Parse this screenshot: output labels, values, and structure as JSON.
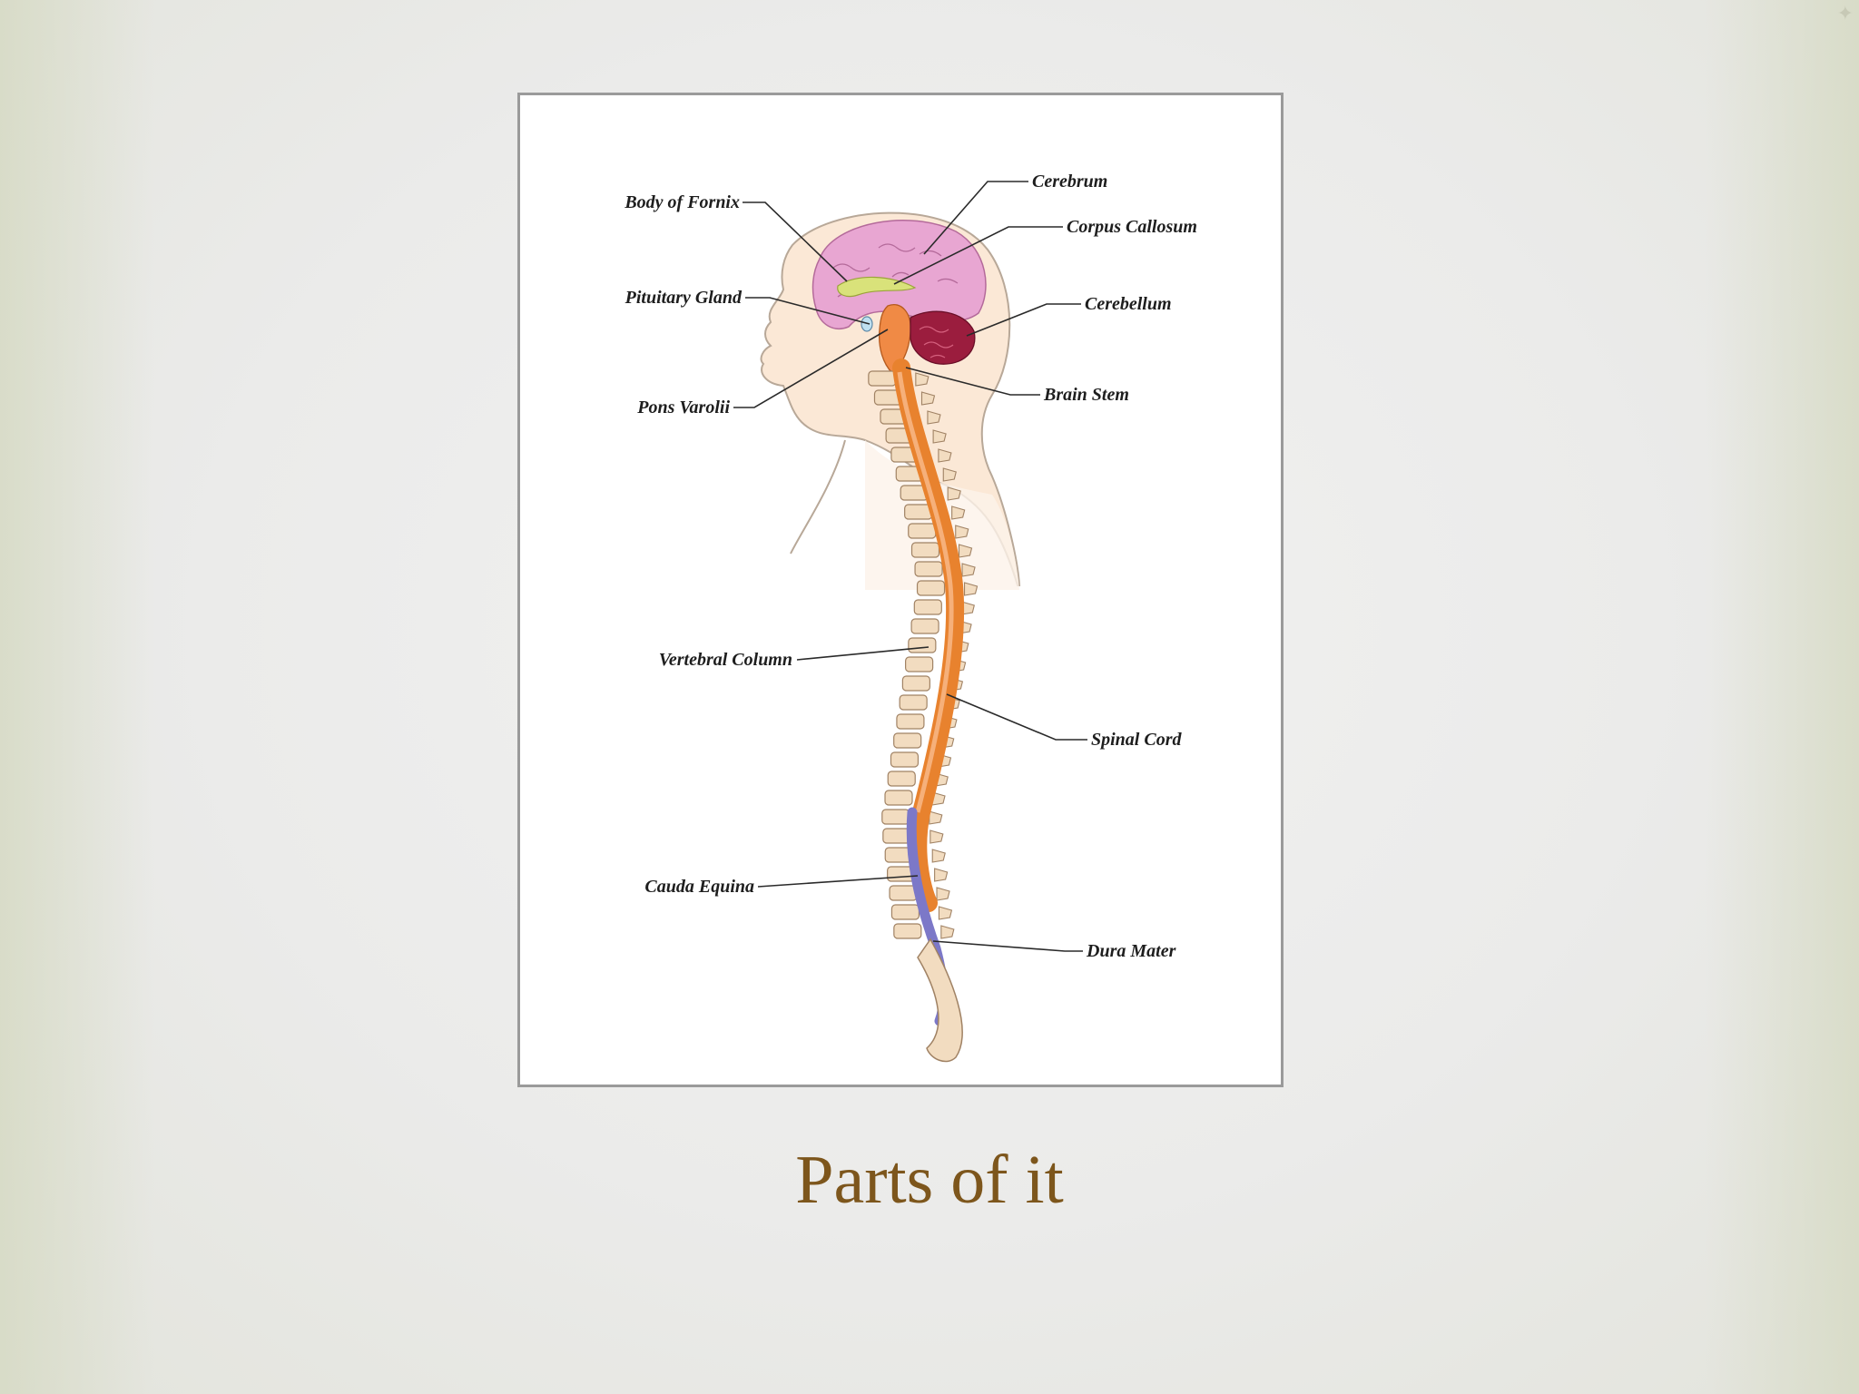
{
  "slide": {
    "title": "Parts of it"
  },
  "figure": {
    "labels": {
      "cerebrum": "Cerebrum",
      "body_of_fornix": "Body of Fornix",
      "corpus_callosum": "Corpus Callosum",
      "pituitary_gland": "Pituitary Gland",
      "cerebellum": "Cerebellum",
      "pons_varolii": "Pons Varolii",
      "brain_stem": "Brain Stem",
      "vertebral_column": "Vertebral Column",
      "spinal_cord": "Spinal Cord",
      "cauda_equina": "Cauda Equina",
      "dura_mater": "Dura Mater"
    }
  },
  "colors": {
    "title": "#7d561c",
    "cerebrum": "#e8a6d2",
    "corpus_callosum": "#d9e27a",
    "cerebellum": "#9b1d3e",
    "spinal_cord": "#e8822e",
    "vertebrae": "#f2dcc0",
    "dura_mater": "#7c78c8",
    "skin": "#fbe8d6"
  }
}
